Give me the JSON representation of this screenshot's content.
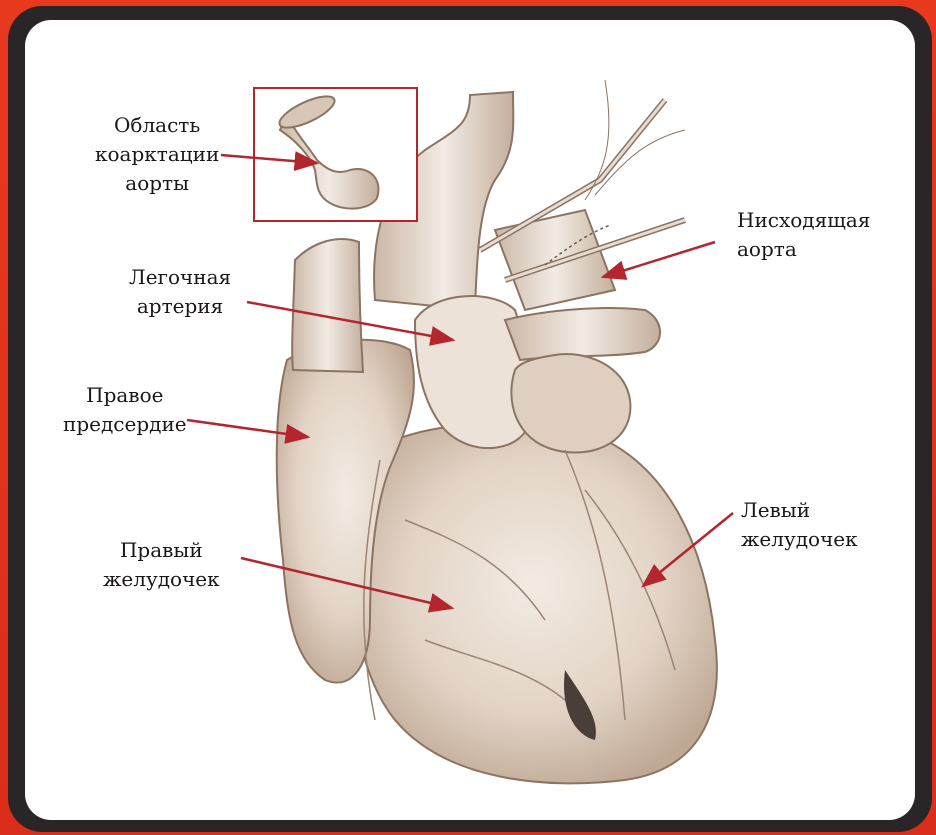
{
  "labels": {
    "coarctation": [
      "Область",
      "коарктации",
      "аорты"
    ],
    "descending_aorta": [
      "Нисходящая",
      "аорта"
    ],
    "pulmonary_artery": [
      "Легочная",
      "артерия"
    ],
    "right_atrium": [
      "Правое",
      "предсердие"
    ],
    "left_ventricle": [
      "Левый",
      "желудочек"
    ],
    "right_ventricle": [
      "Правый",
      "желудочек"
    ]
  },
  "colors": {
    "outer_border": "#e8391f",
    "frame": "#2a2627",
    "arrow": "#b3262d",
    "inset_box": "#b3262d",
    "heart_tissue": "#e4d6c9",
    "heart_shadow": "#b8a391"
  }
}
